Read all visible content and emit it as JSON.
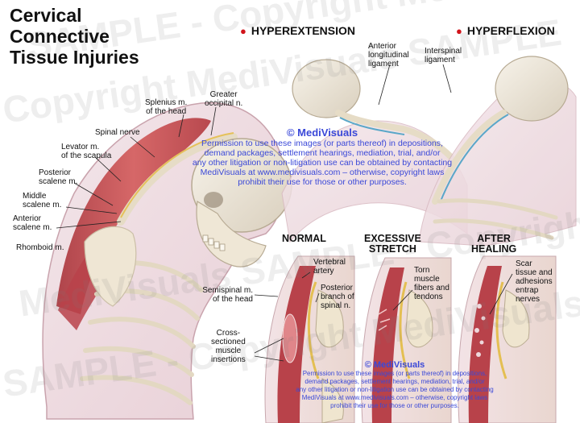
{
  "title": {
    "line1": "Cervical",
    "line2": "Connective",
    "line3": "Tissue Injuries"
  },
  "headers": {
    "hyperextension": "HYPEREXTENSION",
    "hyperflexion": "HYPERFLEXION",
    "bullet": "●"
  },
  "labels": {
    "splenius_1": "Splenius m.",
    "splenius_2": "of the head",
    "greater_occ_1": "Greater",
    "greater_occ_2": "occipital n.",
    "spinal_nerve": "Spinal nerve",
    "levator_1": "Levator m.",
    "levator_2": "of the scapula",
    "post_scal_1": "Posterior",
    "post_scal_2": "scalene m.",
    "mid_scal_1": "Middle",
    "mid_scal_2": "scalene m.",
    "ant_scal_1": "Anterior",
    "ant_scal_2": "scalene m.",
    "rhomboid": "Rhomboid m.",
    "ant_long_1": "Anterior",
    "ant_long_2": "longitudinal",
    "ant_long_3": "ligament",
    "interspinal_1": "Interspinal",
    "interspinal_2": "ligament",
    "normal": "NORMAL",
    "excessive_1": "EXCESSIVE",
    "excessive_2": "STRETCH",
    "after_1": "AFTER",
    "after_2": "HEALING",
    "vertebral_1": "Vertebral",
    "vertebral_2": "artery",
    "posterior_branch_1": "Posterior",
    "posterior_branch_2": "branch of",
    "posterior_branch_3": "spinal n.",
    "semispinal_1": "Semispinal m.",
    "semispinal_2": "of the head",
    "torn_1": "Torn",
    "torn_2": "muscle",
    "torn_3": "fibers and",
    "torn_4": "tendons",
    "scar_1": "Scar",
    "scar_2": "tissue and",
    "scar_3": "adhesions",
    "scar_4": "entrap",
    "scar_5": "nerves",
    "cross_1": "Cross-",
    "cross_2": "sectioned",
    "cross_3": "muscle",
    "cross_4": "insertions"
  },
  "watermark": {
    "brand": "© MediVisuals",
    "line1": "Permission to use these images (or parts thereof) in depositions,",
    "line2": "demand packages, settlement hearings, mediation, trial, and/or",
    "line3": "any other litigation or non-litigation use can be obtained by contacting",
    "line4": "MediVisuals at www.medivisuals.com – otherwise, copyright laws",
    "line5": "prohibit their use for those or other purposes.",
    "ghost1": "SAMPLE - Copyright MediVisuals",
    "ghost2": "Copyright MediVisuals SAMPLE",
    "ghost3": "MediVisuals SAMPLE - Copyright",
    "ghost4": "SAMPLE - Copyright MediVisuals"
  },
  "colors": {
    "muscle": "#c8484a",
    "bone": "#ece4d2",
    "watermark": "#3a48d8",
    "bullet": "#d1141b"
  }
}
